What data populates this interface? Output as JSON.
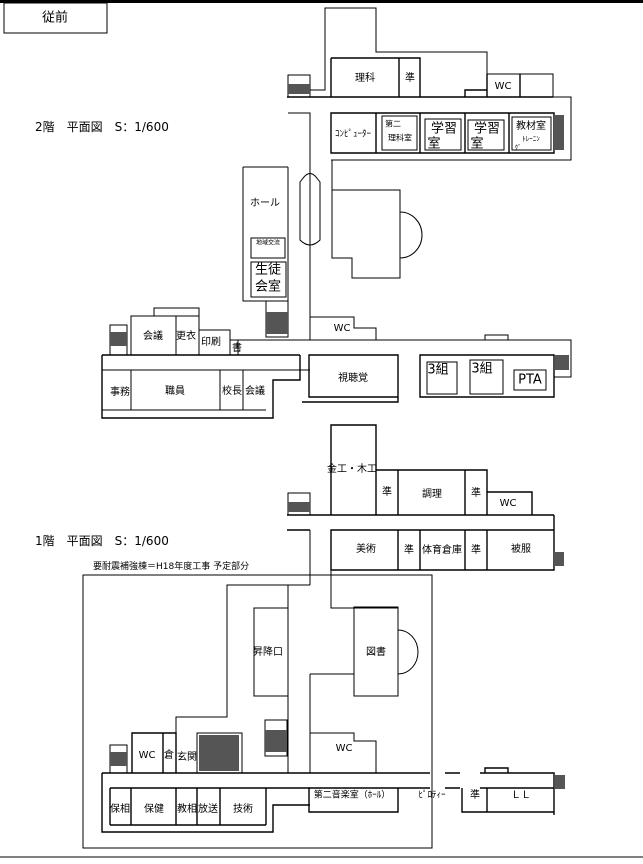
{
  "header": {
    "label": "従前"
  },
  "floor2": {
    "title": "2階　平面図　S：1/600",
    "rooms": {
      "science": "理科",
      "prep1": "準",
      "wc": "WC",
      "computer": "ｺﾝﾋﾟｭｰﾀｰ",
      "science2_a": "第二",
      "science2_b": "理科室",
      "study1_a": "学習",
      "study1_b": "室",
      "study2_a": "学習",
      "study2_b": "室",
      "materials": "教材室",
      "training_a": "ﾄﾚｰﾆﾝ",
      "training_b": "ｸﾞ",
      "hall": "ホール",
      "community": "地域交流",
      "student_council_a": "生徒",
      "student_council_b": "会室",
      "meeting1": "会議",
      "changing": "更衣",
      "printing": "印刷",
      "books": "書",
      "wc2": "WC",
      "office": "事務",
      "staff": "職員",
      "principal": "校長",
      "meeting2": "会議",
      "av": "視聴覚",
      "class3a": "3組",
      "class3b": "3組",
      "pta": "PTA"
    }
  },
  "floor1": {
    "title": "1階　平面図　S：1/600",
    "note": "要耐震補強棟＝H18年度工事 予定部分",
    "rooms": {
      "metalwood": "金工・木工",
      "prep1": "準",
      "cooking": "調理",
      "prep2": "準",
      "wc": "WC",
      "art": "美術",
      "prep3": "準",
      "pe_storage": "体育倉庫",
      "prep4": "準",
      "clothing": "被服",
      "entrance_hall": "昇降口",
      "library": "図書",
      "wc2": "WC",
      "wc3": "WC",
      "storage": "倉",
      "entrance": "玄関",
      "counsel": "保相",
      "nurse": "保健",
      "teacher_counsel": "教相",
      "broadcast": "放送",
      "tech": "技術",
      "music2": "第二音楽室（ﾎｰﾙ）",
      "piloti": "ﾋﾟﾛﾃｨｰ",
      "prep5": "準",
      "ll": "ＬＬ"
    }
  }
}
